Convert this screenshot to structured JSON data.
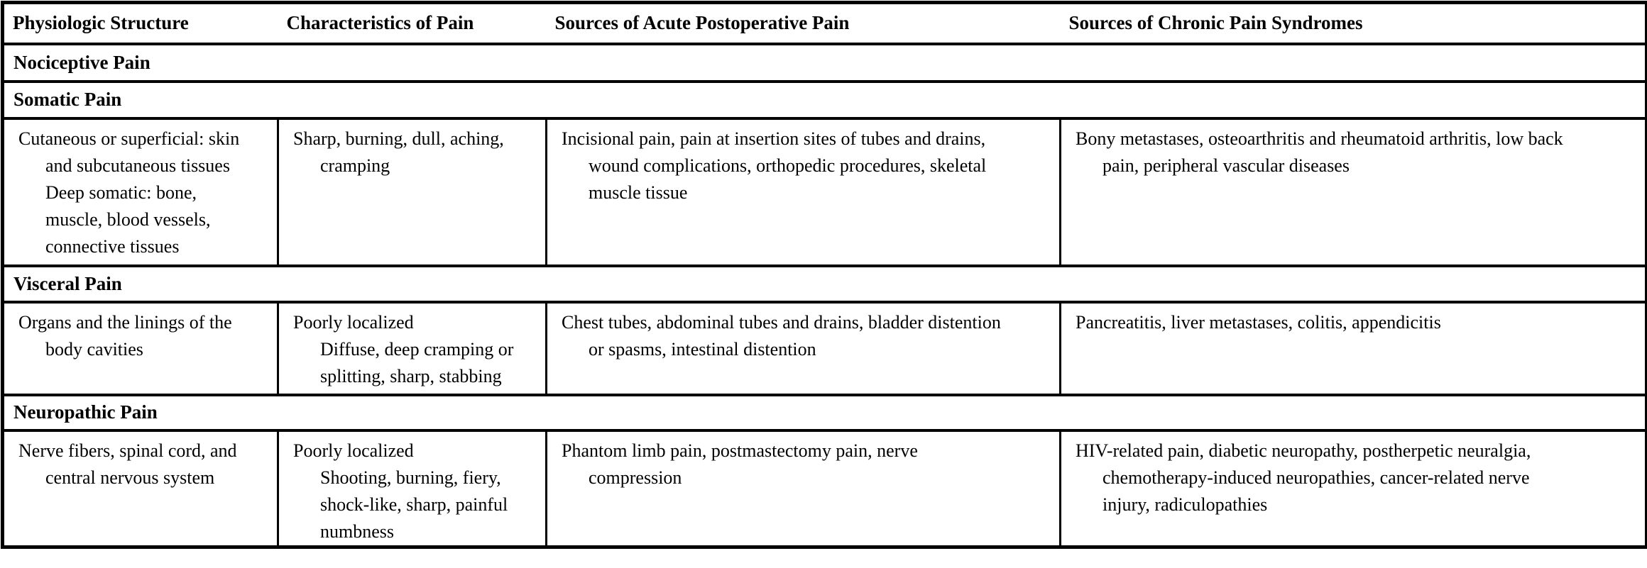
{
  "table": {
    "background_color": "#ffffff",
    "border_color": "#000000",
    "headers": [
      "Physiologic Structure",
      "Characteristics of Pain",
      "Sources of Acute Postoperative Pain",
      "Sources of Chronic Pain Syndromes"
    ],
    "sections": {
      "nociceptive": {
        "title": "Nociceptive Pain"
      },
      "somatic": {
        "title": "Somatic Pain",
        "cells": [
          "Cutaneous or superficial: skin\nand subcutaneous tissues\nDeep somatic: bone,\nmuscle, blood vessels,\nconnective tissues",
          "Sharp, burning, dull, aching,\ncramping",
          "Incisional pain, pain at insertion sites of tubes and drains,\nwound complications, orthopedic procedures, skeletal\nmuscle tissue",
          "Bony metastases, osteoarthritis and rheumatoid arthritis, low back\npain, peripheral vascular diseases"
        ]
      },
      "visceral": {
        "title": "Visceral Pain",
        "cells": [
          "Organs and the linings of the\nbody cavities",
          "Poorly localized\nDiffuse, deep cramping or\nsplitting, sharp, stabbing",
          "Chest tubes, abdominal tubes and drains, bladder distention\nor spasms, intestinal distention",
          "Pancreatitis, liver metastases, colitis, appendicitis"
        ]
      },
      "neuropathic": {
        "title": "Neuropathic Pain",
        "cells": [
          "Nerve fibers, spinal cord, and\ncentral nervous system",
          "Poorly localized\nShooting, burning, fiery,\nshock-like, sharp, painful\nnumbness",
          "Phantom limb pain, postmastectomy pain, nerve\ncompression",
          "HIV-related pain, diabetic neuropathy, postherpetic neuralgia,\nchemotherapy-induced neuropathies, cancer-related nerve\ninjury, radiculopathies"
        ]
      }
    }
  }
}
